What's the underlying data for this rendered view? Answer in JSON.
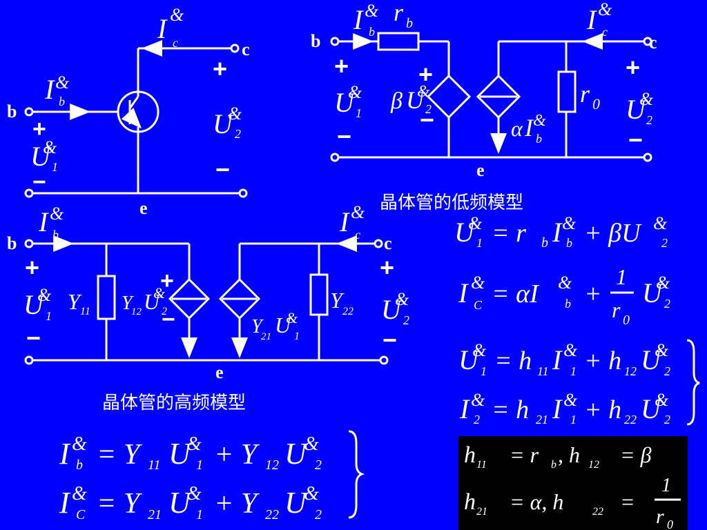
{
  "colors": {
    "background": "#0000ff",
    "line": "#ffffff",
    "param_box": "#000000"
  },
  "labels": {
    "b": "b",
    "c": "c",
    "e": "e",
    "plus": "+",
    "minus": "−",
    "amp": "&",
    "I": "I",
    "U": "U",
    "sub_b": "b",
    "sub_c": "c",
    "sub_C": "C",
    "sub_1": "1",
    "sub_2": "2",
    "sub_0": "0",
    "r": "r",
    "beta": "β",
    "alpha": "α",
    "Y": "Y",
    "Y11": "11",
    "Y12": "12",
    "Y21": "21",
    "Y22": "22"
  },
  "captions": {
    "low_freq": "晶体管的低频模型",
    "high_freq": "晶体管的高频模型"
  },
  "equations": {
    "eq_u1": [
      "U",
      "1",
      "= r",
      "b",
      "I",
      "b",
      "+ βU",
      "2"
    ],
    "eq_ic": [
      "I",
      "C",
      "= αI",
      "b",
      "+",
      "1",
      "r",
      "0",
      "U",
      "2"
    ],
    "h1": [
      "U",
      "1",
      "= h",
      "11",
      "I",
      "1",
      "+ h",
      "12",
      "U",
      "2"
    ],
    "h2": [
      "I",
      "2",
      "= h",
      "21",
      "I",
      "1",
      "+ h",
      "22",
      "U",
      "2"
    ],
    "y1": [
      "I",
      "b",
      "= Y",
      "11",
      "U",
      "1",
      "+ Y",
      "12",
      "U",
      "2"
    ],
    "y2": [
      "I",
      "C",
      "= Y",
      "21",
      "U",
      "1",
      "+ Y",
      "22",
      "U",
      "2"
    ],
    "p1": [
      "h",
      "11",
      "= r",
      "b",
      ", h",
      "12",
      "= β"
    ],
    "p2": [
      "h",
      "21",
      "= α, h",
      "22",
      "=",
      "1",
      "r",
      "0"
    ]
  }
}
